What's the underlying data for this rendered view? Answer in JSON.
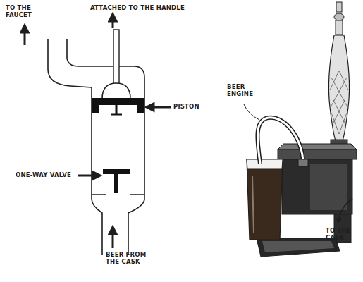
{
  "diagram": {
    "labels": [
      "TO THE FAUCET",
      "ATTACHED TO THE HANDLE",
      "PISTON",
      "BEER ENGINE",
      "ONE-WAY VALVE",
      "TO THE CASK",
      "BEER FROM THE CASK"
    ]
  }
}
